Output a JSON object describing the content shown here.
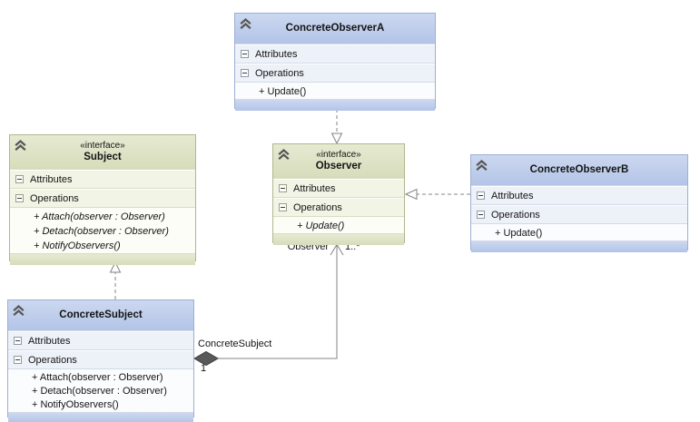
{
  "colors": {
    "canvas_bg": "#ffffff",
    "blue_header_top": "#ccd8f0",
    "blue_header_bottom": "#b3c4e7",
    "blue_border": "#9dafd3",
    "blue_row_bg": "#edf1f8",
    "blue_row_line": "#d3dbe9",
    "blue_body_bg": "#fbfcfe",
    "green_header_top": "#e6ead2",
    "green_header_bottom": "#d7dcbb",
    "green_border": "#b2b68f",
    "green_row_bg": "#f2f4e5",
    "green_row_line": "#d9ddc2",
    "green_body_bg": "#fcfdf6",
    "connector": "#848484",
    "diamond": "#595959",
    "text": "#141414"
  },
  "classes": [
    {
      "title": "ConcreteObserverA",
      "attributes_label": "Attributes",
      "operations_label": "Operations",
      "operations": [
        "+ Update()"
      ]
    },
    {
      "title": "Subject",
      "stereotype": "«interface»",
      "attributes_label": "Attributes",
      "operations_label": "Operations",
      "operations": [
        "+ Attach(observer : Observer)",
        "+ Detach(observer : Observer)",
        "+ NotifyObservers()"
      ]
    },
    {
      "title": "Observer",
      "stereotype": "«interface»",
      "attributes_label": "Attributes",
      "operations_label": "Operations",
      "operations": [
        "+ Update()"
      ]
    },
    {
      "title": "ConcreteObserverB",
      "attributes_label": "Attributes",
      "operations_label": "Operations",
      "operations": [
        "+ Update()"
      ]
    },
    {
      "title": "ConcreteSubject",
      "attributes_label": "Attributes",
      "operations_label": "Operations",
      "operations": [
        "+ Attach(observer : Observer)",
        "+ Detach(observer : Observer)",
        "+ NotifyObservers()"
      ]
    }
  ],
  "connectors": {
    "aggregation": {
      "role_source": "ConcreteSubject",
      "mult_source": "1",
      "role_target": "Observer",
      "mult_target": "1..*"
    }
  }
}
